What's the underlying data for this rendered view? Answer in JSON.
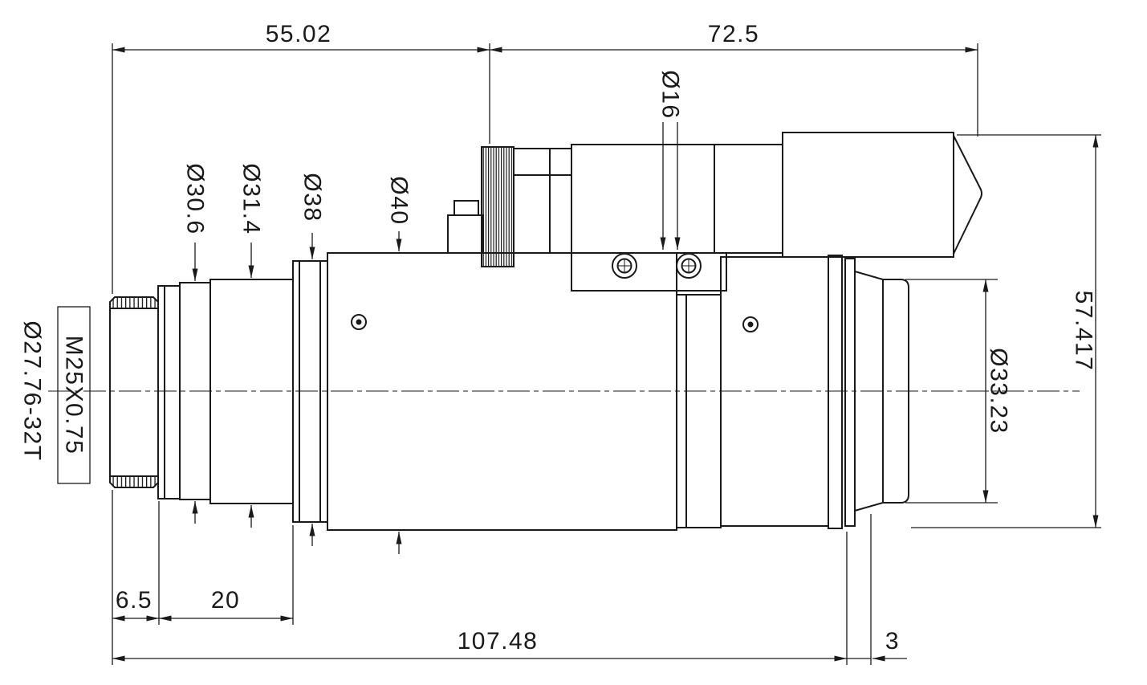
{
  "drawing": {
    "background": "#ffffff",
    "line_color": "#1a1a1a",
    "dims": {
      "front_section_length": "55.02",
      "rear_section_length": "72.5",
      "clamp_hole_dia": "Ø16",
      "barrel_dia_1": "Ø30.6",
      "barrel_dia_2": "Ø31.4",
      "flange_dia": "Ø38",
      "body_dia": "Ø40",
      "front_thread": "M25X0.75",
      "front_dia": "Ø27.76-32T",
      "rear_lens_dia": "Ø33.23",
      "overall_height": "57.417",
      "front_cap_length": "6.5",
      "barrel_length": "20",
      "overall_length": "107.48",
      "flange_gap": "3"
    }
  }
}
